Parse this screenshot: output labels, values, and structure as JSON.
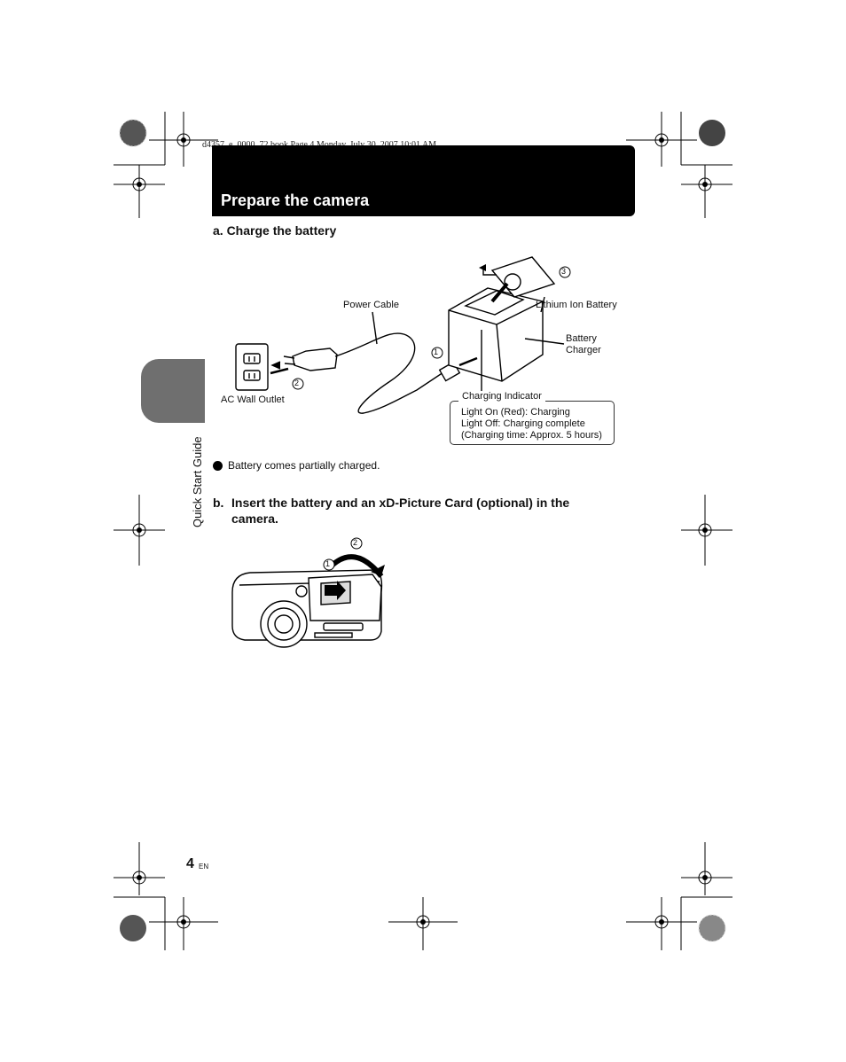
{
  "header": {
    "slug": "d4357_e_0000_72.book  Page 4  Monday, July 30, 2007  10:01 AM",
    "title": "Prepare the camera"
  },
  "section_a": {
    "title": "a.  Charge the battery",
    "labels": {
      "power_cable": "Power Cable",
      "lithium_battery": "Lithium Ion Battery",
      "battery_charger_line1": "Battery",
      "battery_charger_line2": "Charger",
      "ac_outlet": "AC Wall Outlet",
      "charging_indicator": "Charging Indicator"
    },
    "indicator_lines": [
      "Light On (Red): Charging",
      "Light Off: Charging complete",
      "(Charging time: Approx. 5 hours)"
    ],
    "steps": [
      "1",
      "2",
      "3"
    ],
    "note": "Battery comes partially charged."
  },
  "section_b": {
    "label": "b.",
    "title": "Insert the battery and an xD-Picture Card (optional) in the camera.",
    "steps": [
      "1",
      "2"
    ]
  },
  "sidebar": {
    "tab_label": "Quick Start Guide"
  },
  "footer": {
    "page_number": "4",
    "language": "EN"
  }
}
